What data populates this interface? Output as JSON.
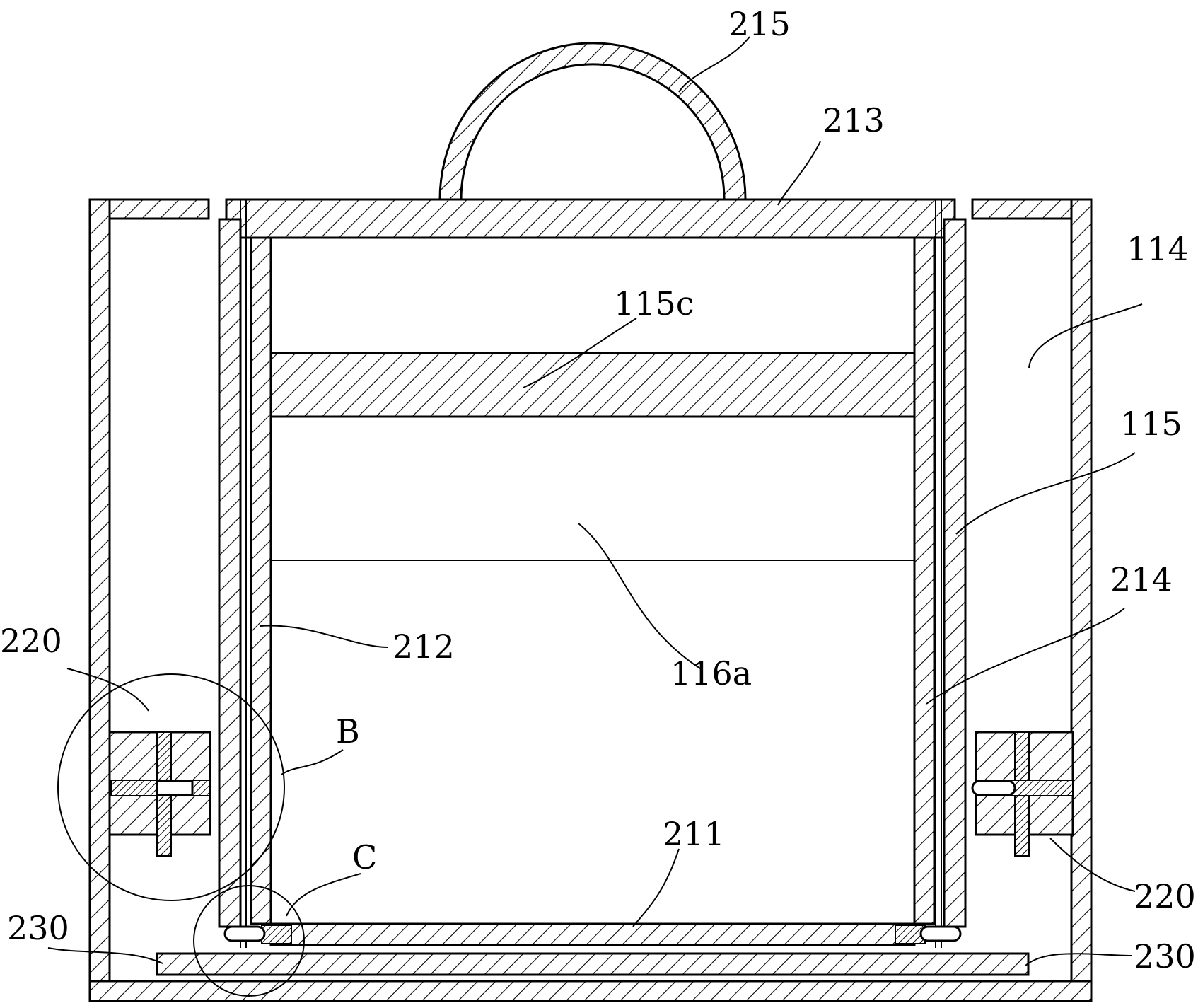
{
  "labels": {
    "handle": "215",
    "top_plate": "213",
    "outer_cavity": "114",
    "wall_115": "115",
    "plate_115c": "115c",
    "wall_214": "214",
    "inner_wall_212": "212",
    "chamber_116a": "116a",
    "lock_left": "220",
    "lock_right": "220",
    "detail_b": "B",
    "detail_c": "C",
    "bottom_plate": "211",
    "slider_left": "230",
    "slider_right": "230"
  }
}
